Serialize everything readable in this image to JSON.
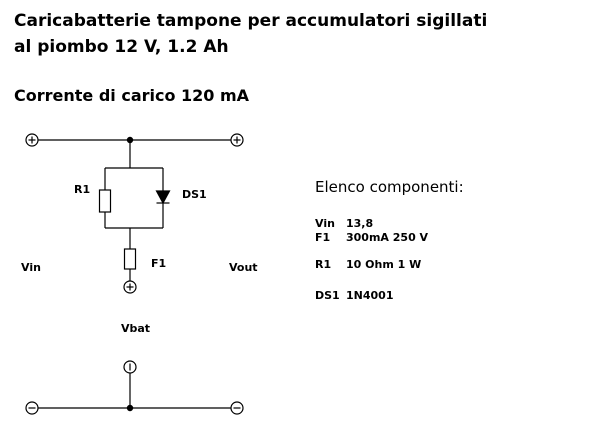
{
  "title": "Caricabatterie tampone per accumulatori sigillati\nal piombo 12 V, 1.2 Ah",
  "subtitle": "Corrente di carico 120 mA",
  "schematic": {
    "labels": {
      "r1": "R1",
      "ds1": "DS1",
      "f1": "F1",
      "vin": "Vin",
      "vout": "Vout",
      "vbat": "Vbat"
    }
  },
  "components_list": {
    "heading": "Elenco componenti:",
    "items": [
      {
        "name": "Vin",
        "value": "13,8"
      },
      {
        "name": "F1",
        "value": "300mA 250 V"
      },
      {
        "name": "R1",
        "value": "10 Ohm 1 W"
      },
      {
        "name": "DS1",
        "value": "1N4001"
      }
    ]
  }
}
